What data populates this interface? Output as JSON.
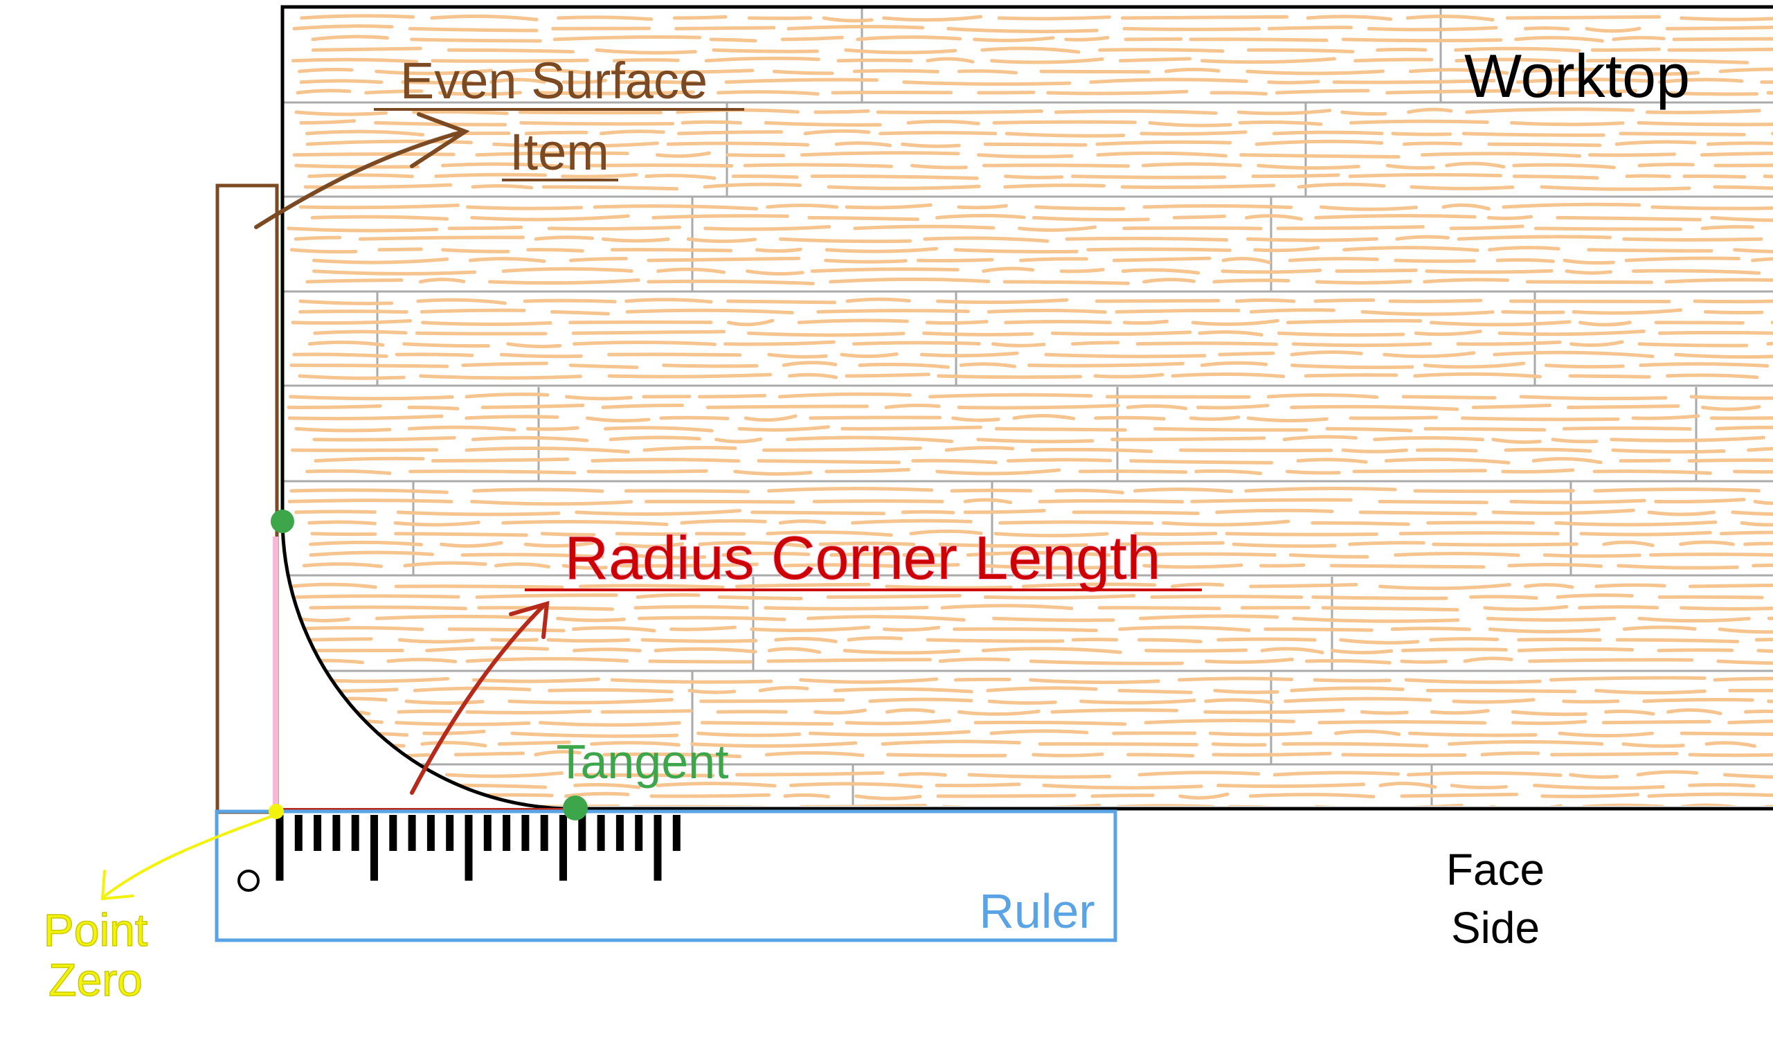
{
  "labels": {
    "worktop": "Worktop",
    "even_surface_line1": "Even Surface",
    "even_surface_line2": "Item",
    "radius_corner_length": "Radius Corner Length",
    "tangent": "Tangent",
    "ruler": "Ruler",
    "face_side_line1": "Face",
    "face_side_line2": "Side",
    "point_zero_line1": "Point",
    "point_zero_line2": "Zero"
  },
  "colors": {
    "worktop_outline": "#000000",
    "plank_seam": "#aaaaaa",
    "wood_grain": "#f5c48f",
    "even_surface": "#7b4a22",
    "radius": "#cc0000",
    "radius_glow": "#f7b8d8",
    "tangent": "#3da64a",
    "ruler": "#5aa4e6",
    "point_zero": "#f2f20a",
    "curve": "#000000"
  },
  "icons": {
    "hole": "ring-icon",
    "tangent_point": "dot-icon",
    "zero_point": "dot-icon"
  }
}
